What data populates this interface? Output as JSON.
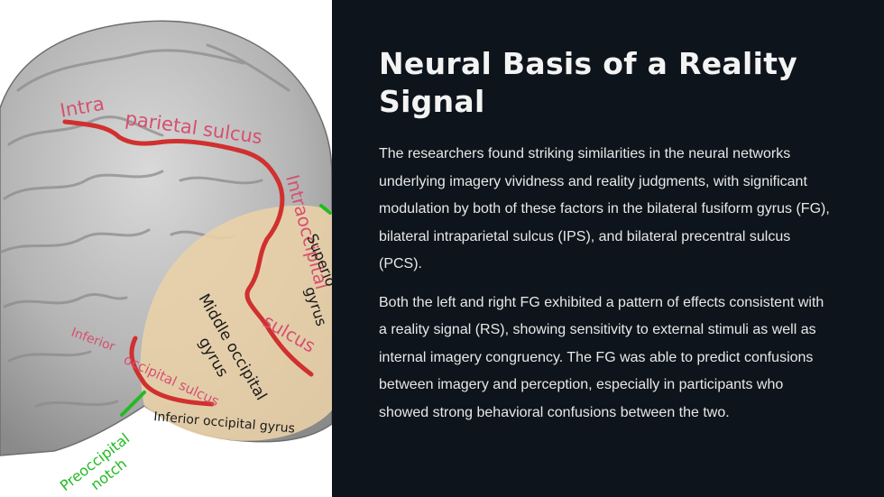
{
  "slide": {
    "title": "Neural Basis of a Reality Signal",
    "paragraphs": [
      "The researchers found striking similarities in the neural networks underlying imagery vividness and reality judgments, with significant modulation by both of these factors in the bilateral fusiform gyrus (FG), bilateral intraparietal sulcus (IPS), and bilateral precentral sulcus (PCS).",
      "Both the left and right FG exhibited a pattern of effects consistent with a reality signal (RS), showing sensitivity to external stimuli as well as internal imagery congruency. The FG was able to predict confusions between imagery and perception, especially in participants who showed strong behavioral confusions between the two."
    ]
  },
  "figure": {
    "labels": {
      "intra": "Intra",
      "parietal_sulcus": "parietal sulcus",
      "intraoccipital": "Intraoccipital",
      "sulcus": "sulcus",
      "superior": "Superio",
      "gyrus_superior": "gyrus",
      "middle_occipital": "Middle occipital",
      "gyrus_middle": "gyrus",
      "inferior": "Inferior",
      "occipital_sulcus": "occipital sulcus",
      "inferior_occipital_gyrus": "Inferior occipital gyrus",
      "preoccipital": "Preoccipital",
      "notch": "notch"
    }
  },
  "colors": {
    "background": "#0d141b",
    "sulcus_red": "#d0302e",
    "label_pink": "#d6506f",
    "region_tan": "#ead2a8",
    "notch_green": "#22bb22"
  }
}
